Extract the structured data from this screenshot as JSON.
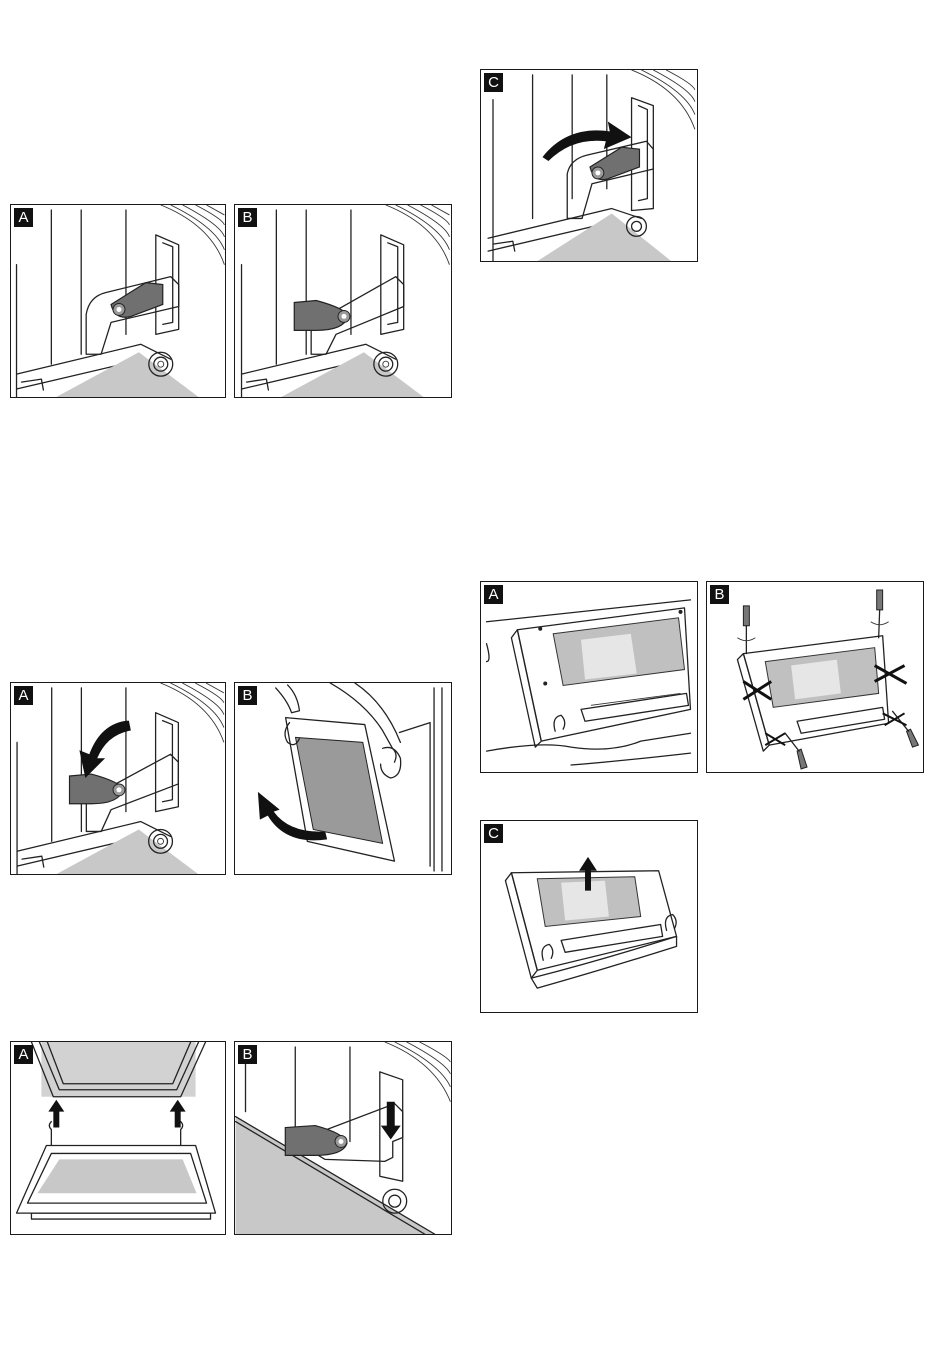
{
  "panels": {
    "hinge_unlock_a": "A",
    "hinge_unlock_b": "B",
    "hinge_lock_c": "C",
    "hinge_close_a": "A",
    "door_remove_b": "B",
    "door_fit_a": "A",
    "door_fit_b": "B",
    "glass_a": "A",
    "glass_b": "B",
    "glass_c": "C"
  }
}
